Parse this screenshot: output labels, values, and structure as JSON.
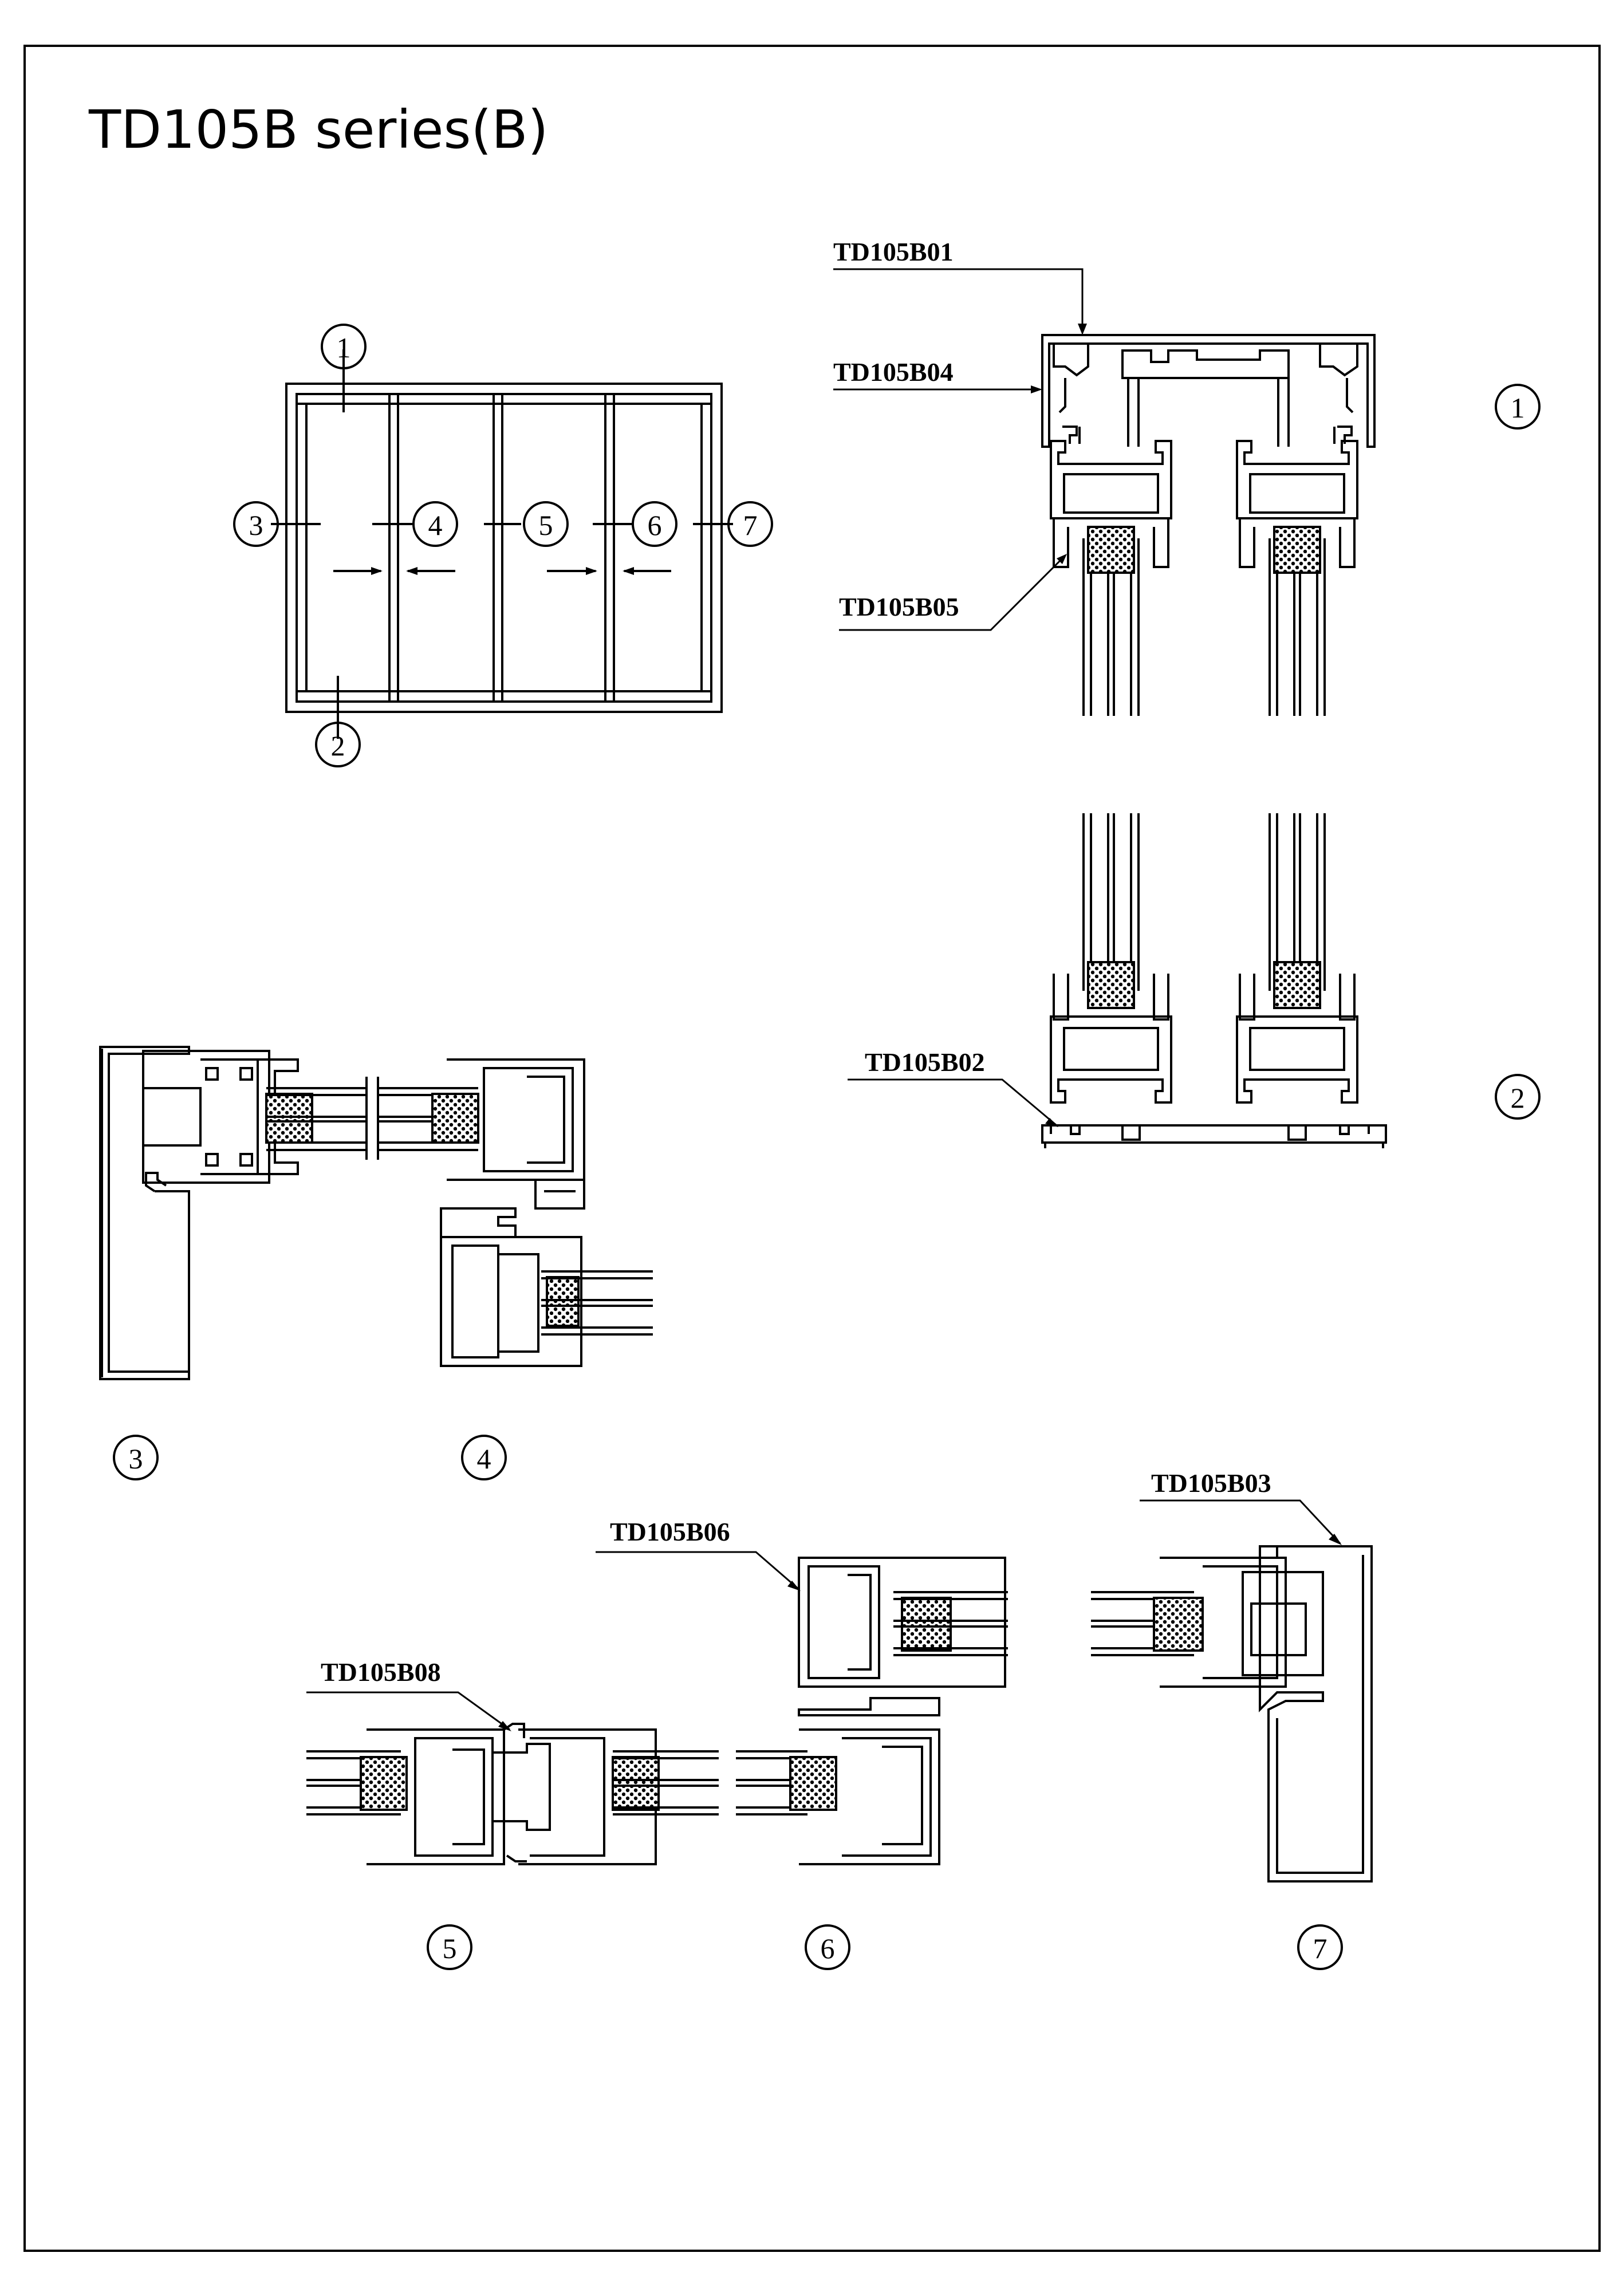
{
  "title": "TD105B series(B)",
  "labels": {
    "b01": "TD105B01",
    "b04": "TD105B04",
    "b05": "TD105B05",
    "b02": "TD105B02",
    "b03": "TD105B03",
    "b06": "TD105B06",
    "b08": "TD105B08"
  },
  "markers": {
    "m1": "1",
    "m2": "2",
    "m3": "3",
    "m4": "4",
    "m5": "5",
    "m6": "6",
    "m7": "7"
  }
}
